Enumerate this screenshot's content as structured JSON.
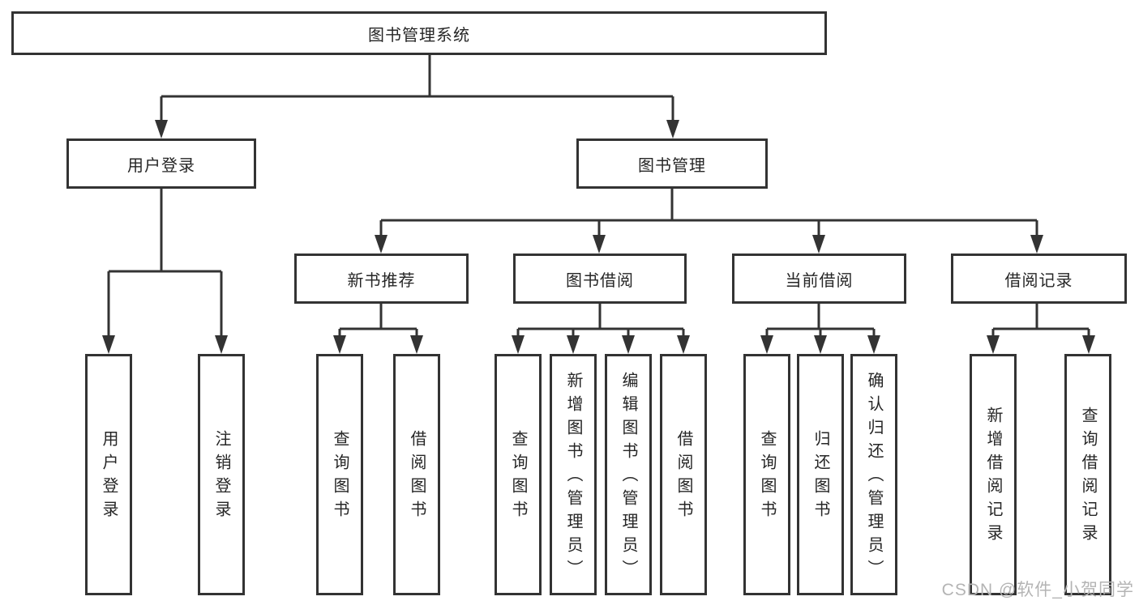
{
  "diagram": {
    "type": "hierarchy-tree",
    "title": "图书管理系统",
    "colors": {
      "line": "#333333",
      "box_border": "#333333",
      "box_fill": "#ffffff",
      "text": "#262626",
      "watermark": "#b4b4b4",
      "background": "#ffffff"
    },
    "tree": {
      "root": {
        "label": "图书管理系统"
      },
      "branches": [
        {
          "label": "用户登录",
          "children": [
            {
              "label": "用户登录"
            },
            {
              "label": "注销登录"
            }
          ]
        },
        {
          "label": "图书管理",
          "children": [
            {
              "label": "新书推荐",
              "children": [
                {
                  "label": "查询图书"
                },
                {
                  "label": "借阅图书"
                }
              ]
            },
            {
              "label": "图书借阅",
              "children": [
                {
                  "label": "查询图书"
                },
                {
                  "label": "新增图书（管理员）"
                },
                {
                  "label": "编辑图书（管理员）"
                },
                {
                  "label": "借阅图书"
                }
              ]
            },
            {
              "label": "当前借阅",
              "children": [
                {
                  "label": "查询图书"
                },
                {
                  "label": "归还图书"
                },
                {
                  "label": "确认归还（管理员）"
                }
              ]
            },
            {
              "label": "借阅记录",
              "children": [
                {
                  "label": "新增借阅记录"
                },
                {
                  "label": "查询借阅记录"
                }
              ]
            }
          ]
        }
      ]
    },
    "watermark": "CSDN @软件_小贺同学"
  }
}
